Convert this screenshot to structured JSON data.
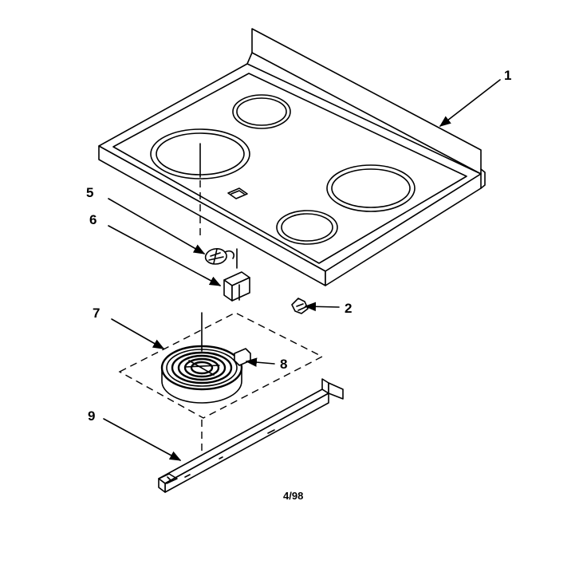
{
  "callouts": {
    "c1": "1",
    "c2": "2",
    "c5": "5",
    "c6": "6",
    "c7": "7",
    "c8": "8",
    "c9": "9"
  },
  "footer": {
    "date_code": "4/98"
  }
}
